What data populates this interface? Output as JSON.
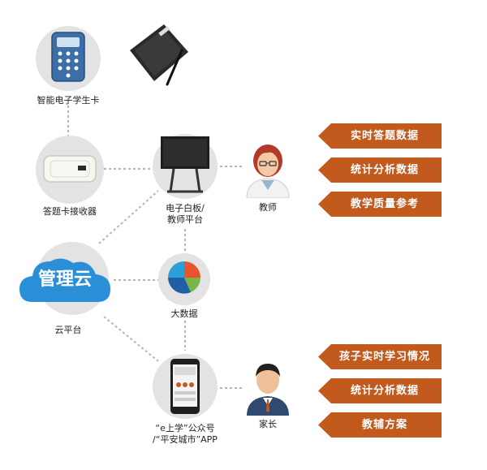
{
  "nodes": {
    "student_card": "智能电子学生卡",
    "receiver": "答题卡接收器",
    "whiteboard_line1": "电子白板/",
    "whiteboard_line2": "教师平台",
    "teacher": "教师",
    "cloud_text": "管理云",
    "cloud_platform": "云平台",
    "big_data": "大数据",
    "app_line1": "“e上学”公众号",
    "app_line2": "/“平安城市”APP",
    "parent": "家长"
  },
  "teacher_tags": [
    "实时答题数据",
    "统计分析数据",
    "教学质量参考"
  ],
  "parent_tags": [
    "孩子实时学习情况",
    "统计分析数据",
    "教辅方案"
  ],
  "colors": {
    "accent": "#c25a1e",
    "circle": "#e3e3e3",
    "cloud": "#2a8fd6"
  }
}
